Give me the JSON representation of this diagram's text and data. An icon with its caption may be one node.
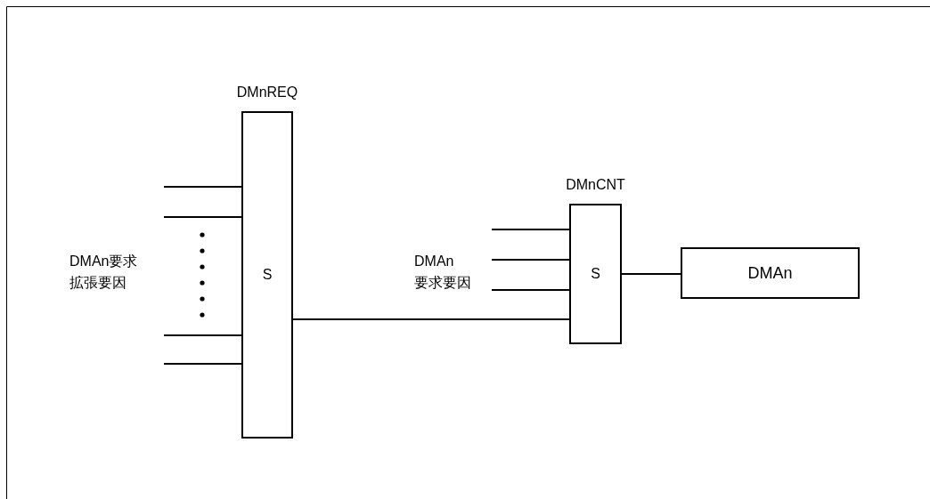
{
  "diagram": {
    "nodes": [
      {
        "text": [
          "DMnREQ",
          "S"
        ]
      },
      {
        "text": [
          "DMnCNT",
          "S"
        ]
      },
      {
        "text": [
          "DMAn"
        ]
      }
    ],
    "edges": [
      {
        "from": null,
        "to": 0,
        "arrow": "none"
      },
      {
        "from": null,
        "to": 0,
        "arrow": "none"
      },
      {
        "from": null,
        "to": 0,
        "arrow": "none"
      },
      {
        "from": null,
        "to": 0,
        "arrow": "none"
      },
      {
        "from": 0,
        "to": 1,
        "arrow": "none"
      },
      {
        "from": null,
        "to": 1,
        "arrow": "none"
      },
      {
        "from": null,
        "to": 1,
        "arrow": "none"
      },
      {
        "from": null,
        "to": 1,
        "arrow": "none"
      },
      {
        "from": 1,
        "to": 2,
        "arrow": "none"
      }
    ],
    "labels": [
      "DMAn要求拡張要因",
      "DMAn要求要因"
    ]
  }
}
